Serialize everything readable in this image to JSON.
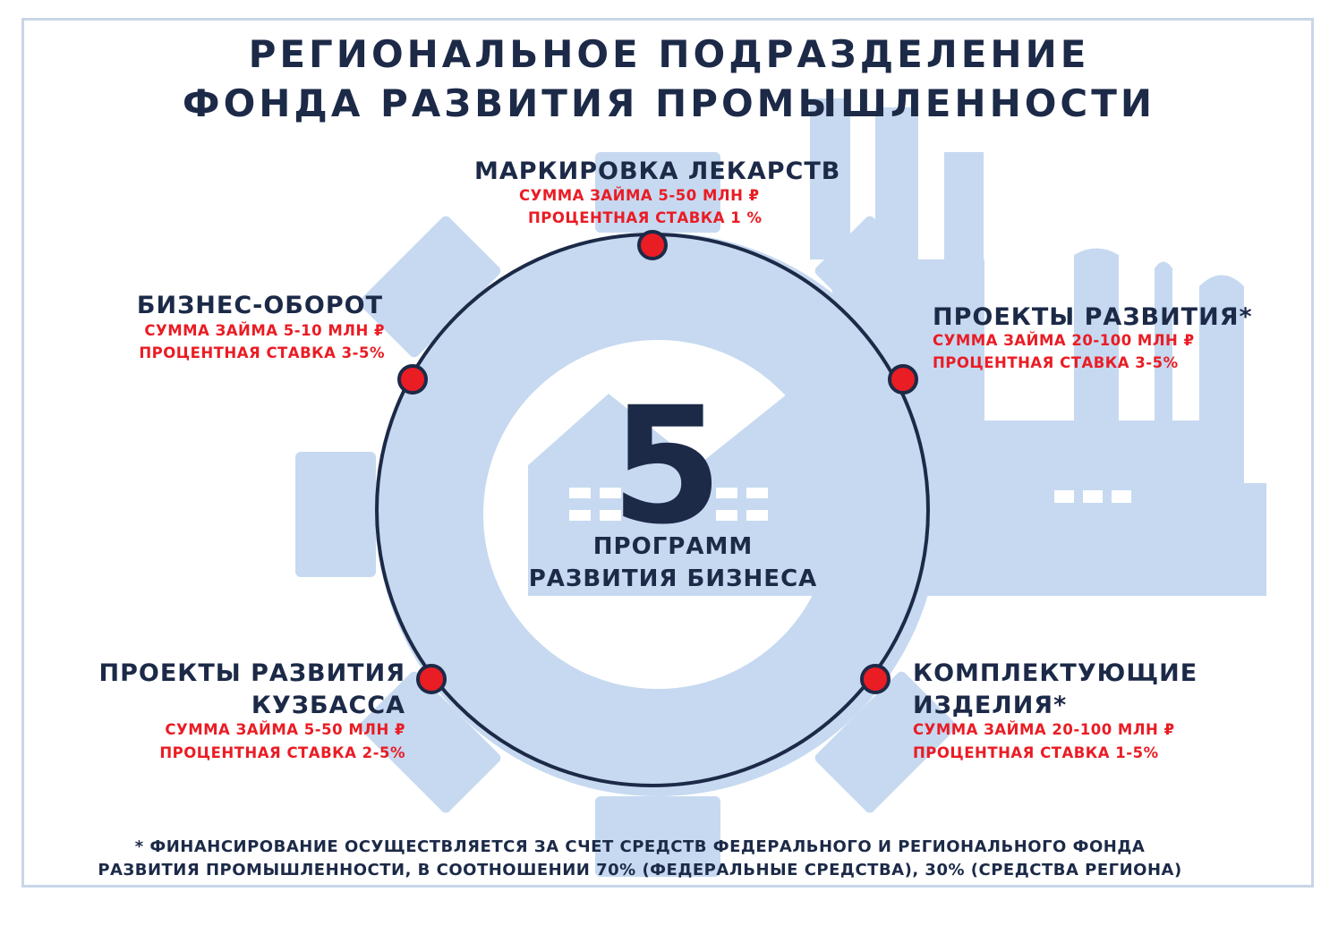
{
  "title": {
    "line1": "РЕГИОНАЛЬНОЕ ПОДРАЗДЕЛЕНИЕ",
    "line2": "ФОНДА РАЗВИТИЯ ПРОМЫШЛЕННОСТИ"
  },
  "center": {
    "number": "5",
    "line1": "ПРОГРАММ",
    "line2": "РАЗВИТИЯ БИЗНЕСА"
  },
  "programs": [
    {
      "title": "МАРКИРОВКА ЛЕКАРСТВ",
      "amount": "СУММА ЗАЙМА 5-50 МЛН ₽",
      "rate": "ПРОЦЕНТНАЯ СТАВКА 1 %"
    },
    {
      "title": "БИЗНЕС-ОБОРОТ",
      "amount": "СУММА ЗАЙМА 5-10 МЛН ₽",
      "rate": "ПРОЦЕНТНАЯ СТАВКА 3-5%"
    },
    {
      "title": "ПРОЕКТЫ РАЗВИТИЯ*",
      "amount": "СУММА ЗАЙМА 20-100 МЛН ₽",
      "rate": "ПРОЦЕНТНАЯ СТАВКА 3-5%"
    },
    {
      "title_line1": "ПРОЕКТЫ РАЗВИТИЯ",
      "title_line2": "КУЗБАССА",
      "amount": "СУММА ЗАЙМА 5-50 МЛН ₽",
      "rate": "ПРОЦЕНТНАЯ СТАВКА 2-5%"
    },
    {
      "title_line1": "КОМПЛЕКТУЮЩИЕ",
      "title_line2": "ИЗДЕЛИЯ*",
      "amount": "СУММА ЗАЙМА 20-100 МЛН ₽",
      "rate": "ПРОЦЕНТНАЯ СТАВКА 1-5%"
    }
  ],
  "footnote": {
    "line1": "* ФИНАНСИРОВАНИЕ ОСУЩЕСТВЛЯЕТСЯ ЗА СЧЕТ СРЕДСТВ ФЕДЕРАЛЬНОГО И РЕГИОНАЛЬНОГО ФОНДА",
    "line2": "РАЗВИТИЯ ПРОМЫШЛЕННОСТИ, В СООТНОШЕНИИ 70% (ФЕДЕРАЛЬНЫЕ СРЕДСТВА), 30% (СРЕДСТВА РЕГИОНА)"
  },
  "colors": {
    "navy": "#1c2a48",
    "red": "#ea1c24",
    "light_blue": "#c6d9f1",
    "frame": "#c9d6e8"
  }
}
